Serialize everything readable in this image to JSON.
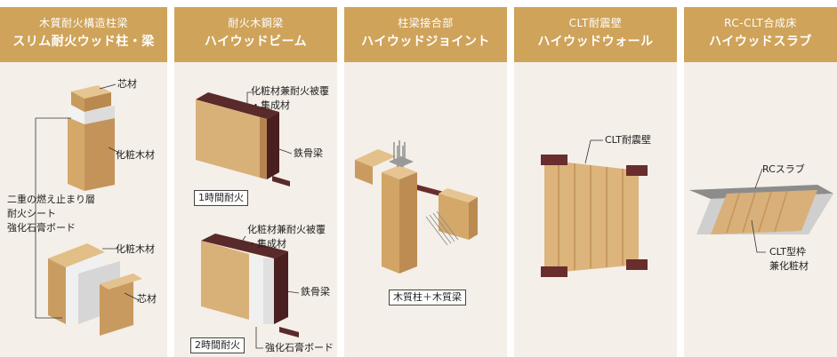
{
  "panels": [
    {
      "subtitle": "木質耐火構造柱梁",
      "title": "スリム耐火ウッド柱・梁",
      "labels": {
        "core_top": "芯材",
        "finish_top": "化粧木材",
        "layers_1": "二重の燃え止まり層",
        "layers_2": "耐火シート",
        "layers_3": "強化石膏ボード",
        "finish_bottom": "化粧木材",
        "core_bottom": "芯材"
      }
    },
    {
      "subtitle": "耐火木鋼梁",
      "title": "ハイウッドビーム",
      "labels": {
        "cover_top_1": "化粧材兼耐火被覆",
        "cover_top_2": "・集成材",
        "steel_top": "鉄骨梁",
        "rating_1h": "1時間耐火",
        "cover_bot_1": "化粧材兼耐火被覆",
        "cover_bot_2": "・集成材",
        "steel_bot": "鉄骨梁",
        "rating_2h": "2時間耐火",
        "gypsum": "強化石膏ボード"
      }
    },
    {
      "subtitle": "柱梁接合部",
      "title": "ハイウッドジョイント",
      "labels": {
        "caption": "木質柱＋木質梁"
      }
    },
    {
      "subtitle": "CLT耐震壁",
      "title": "ハイウッドウォール",
      "labels": {
        "wall": "CLT耐震壁"
      }
    },
    {
      "subtitle": "RC-CLT合成床",
      "title": "ハイウッドスラブ",
      "labels": {
        "rc": "RCスラブ",
        "clt_1": "CLT型枠",
        "clt_2": "兼化粧材"
      }
    }
  ],
  "colors": {
    "header": "#cfa35a",
    "panel_bg": "#f4efe8",
    "wood": "#d9b37c",
    "steel": "#5a2a2a"
  }
}
